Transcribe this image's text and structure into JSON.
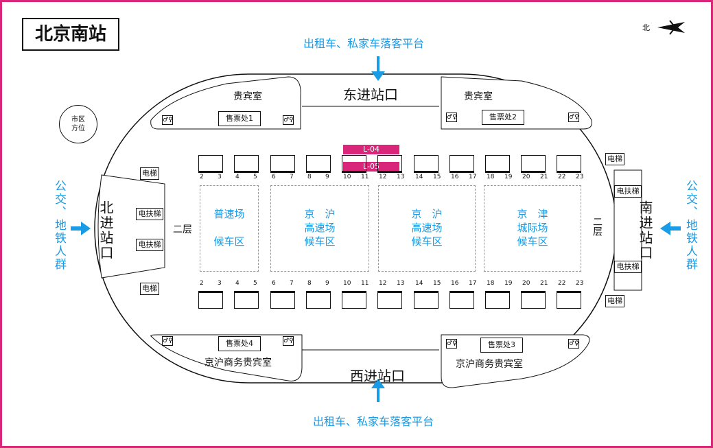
{
  "title": "北京南站",
  "north_label": "北",
  "city_direction": "市区\n方位",
  "taxi_top": "出租车、私家车落客平台",
  "taxi_bottom": "出租车、私家车落客平台",
  "east_entrance": "东进站口",
  "west_entrance": "西进站口",
  "north_entrance": "北进站口",
  "south_entrance": "南进站口",
  "bus_left": "公交、地铁人群",
  "bus_right": "公交、地铁人群",
  "vip_top_left": "贵宾室",
  "vip_top_right": "贵宾室",
  "vip_bottom_left": "京沪商务贵宾室",
  "vip_bottom_right": "京沪商务贵宾室",
  "ticket1": "售票处1",
  "ticket2": "售票处2",
  "ticket3": "售票处3",
  "ticket4": "售票处4",
  "elevator": "电梯",
  "escalator": "电扶梯",
  "second_floor": "二层",
  "l04": "L-04",
  "l05": "L-05",
  "zones": [
    "普速场\n\n候车区",
    "京　沪\n高速场\n候车区",
    "京　沪\n高速场\n候车区",
    "京　津\n城际场\n候车区"
  ],
  "gate_numbers": [
    "2",
    "3",
    "4",
    "5",
    "6",
    "7",
    "8",
    "9",
    "10",
    "11",
    "12",
    "13",
    "14",
    "15",
    "16",
    "17",
    "18",
    "19",
    "20",
    "21",
    "22",
    "23"
  ]
}
